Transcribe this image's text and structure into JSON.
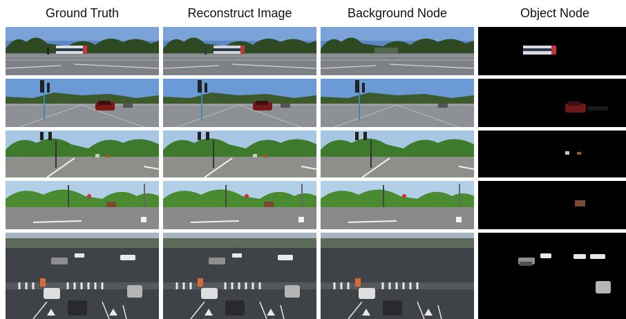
{
  "figure": {
    "columns": [
      {
        "label": "Ground Truth"
      },
      {
        "label": "Reconstruct Image"
      },
      {
        "label": "Background Node"
      },
      {
        "label": "Object Node"
      }
    ],
    "rows": [
      {
        "scene": "street-bus",
        "objects": [
          "bus"
        ]
      },
      {
        "scene": "intersection-traffic-lights",
        "objects": [
          "red-car"
        ]
      },
      {
        "scene": "road-trees-traffic-lights",
        "objects": [
          "car",
          "car"
        ]
      },
      {
        "scene": "road-trees-signs",
        "objects": [
          "brown-car"
        ]
      },
      {
        "scene": "wet-intersection-aerial",
        "objects": [
          "car",
          "car",
          "car",
          "car",
          "car",
          "car"
        ]
      }
    ]
  }
}
